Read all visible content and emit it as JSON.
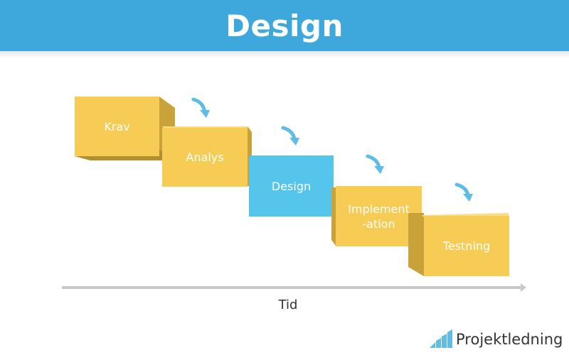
{
  "header": {
    "title": "Design"
  },
  "steps": [
    {
      "label": "Krav"
    },
    {
      "label": "Analys"
    },
    {
      "label": "Design"
    },
    {
      "label": "Implement\n-ation"
    },
    {
      "label": "Testning"
    }
  ],
  "time_axis": {
    "label": "Tid"
  },
  "brand": {
    "name": "Projektledning"
  },
  "colors": {
    "header": "#3ea7dc",
    "box_face": "#f6cc55",
    "box_side": "#c9a23a",
    "box_active": "#56c5ec",
    "arrow": "#5dbce8",
    "axis": "#c8c8c8"
  }
}
